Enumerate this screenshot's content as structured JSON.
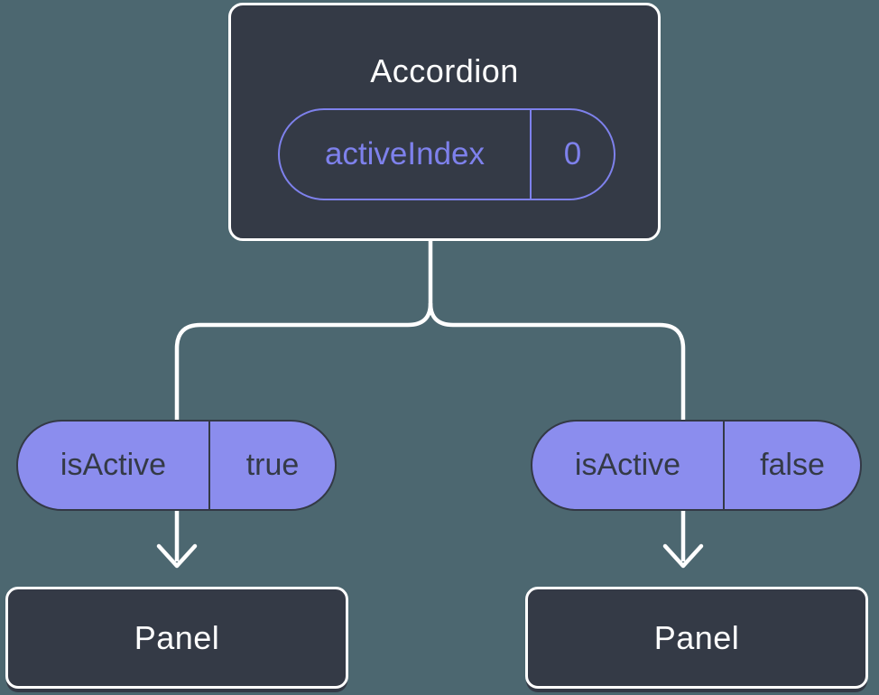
{
  "diagram": {
    "root": {
      "title": "Accordion",
      "state": {
        "name": "activeIndex",
        "value": "0"
      }
    },
    "branches": [
      {
        "prop": {
          "name": "isActive",
          "value": "true"
        },
        "node": {
          "title": "Panel"
        }
      },
      {
        "prop": {
          "name": "isActive",
          "value": "false"
        },
        "node": {
          "title": "Panel"
        }
      }
    ],
    "colors": {
      "background": "#4C6770",
      "node_fill": "#343A46",
      "node_border": "#FFFFFF",
      "pill_fill": "#8B8DEE",
      "pill_border": "#333945",
      "accent": "#7E81EC",
      "connector": "#FFFFFF",
      "text_light": "#FFFFFF",
      "text_dark": "#343A46"
    }
  }
}
